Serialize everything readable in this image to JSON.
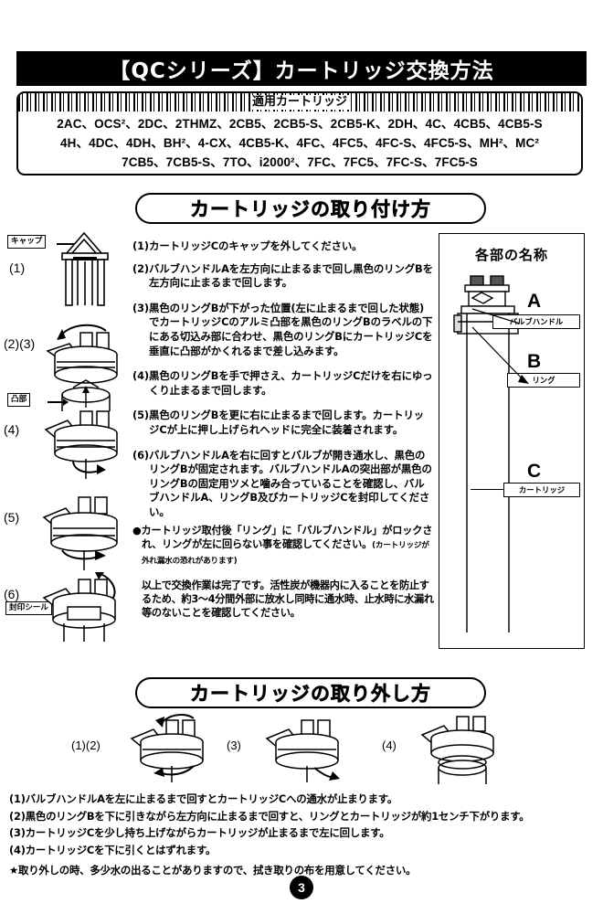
{
  "document": {
    "title": "【QCシリーズ】カートリッジ交換方法",
    "page_number": "3"
  },
  "cartridge_box": {
    "banner_label": "適用カートリッジ",
    "lines": [
      "2AC、OCS²、2DC、2THMZ、2CB5、2CB5-S、2CB5-K、2DH、4C、4CB5、4CB5-S",
      "4H、4DC、4DH、BH²、4-CX、4CB5-K、4FC、4FC5、4FC-S、4FC5-S、MH²、MC²",
      "7CB5、7CB5-S、7TO、i2000²、7FC、7FC5、7FC-S、7FC5-S"
    ]
  },
  "install_section": {
    "header": "カートリッジの取り付け方",
    "steps": [
      {
        "num": "(1)",
        "text": "カートリッジCのキャップを外してください。"
      },
      {
        "num": "(2)",
        "text": "バルブハンドルAを左方向に止まるまで回し黒色のリングBを左方向に止まるまで回します。"
      },
      {
        "num": "(3)",
        "text": "黒色のリングBが下がった位置(左に止まるまで回した状態)でカートリッジCのアルミ凸部を黒色のリングBのラベルの下にある切込み部に合わせ、黒色のリングBにカートリッジCを垂直に凸部がかくれるまで差し込みます。"
      },
      {
        "num": "(4)",
        "text": "黒色のリングBを手で押さえ、カートリッジCだけを右にゆっくり止まるまで回します。"
      },
      {
        "num": "(5)",
        "text": "黒色のリングBを更に右に止まるまで回します。カートリッジCが上に押し上げられヘッドに完全に装着されます。"
      },
      {
        "num": "(6)",
        "text": "バルブハンドルAを右に回すとバルブが開き通水し、黒色のリングBが固定されます。バルブハンドルAの突出部が黒色のリングBの固定用ツメと噛み合っていることを確認し、バルブハンドルA、リングB及びカートリッジCを封印してください。"
      }
    ],
    "bullet_note_main": "●カートリッジ取付後「リング」に「バルブハンドル」がロックされ、リングが左に回らない事を確認してください。",
    "bullet_note_paren": "(カートリッジが外れ漏水の恐れがあります)",
    "closing_note": "以上で交換作業は完了です。活性炭が機器内に入ることを防止するため、約3〜4分間外部に放水し同時に通水時、止水時に水漏れ等のないことを確認してください。",
    "figure_labels": [
      {
        "id": "1",
        "step": "(1)",
        "callout": "キャップ"
      },
      {
        "id": "2-3",
        "step": "(2)(3)",
        "callout": "凸部"
      },
      {
        "id": "4",
        "step": "(4)",
        "callout": ""
      },
      {
        "id": "5",
        "step": "(5)",
        "callout": ""
      },
      {
        "id": "6",
        "step": "(6)",
        "callout": "封印シール"
      }
    ]
  },
  "parts_panel": {
    "title": "各部の名称",
    "parts": [
      {
        "letter": "A",
        "name": "バルブハンドル"
      },
      {
        "letter": "B",
        "name": "リング"
      },
      {
        "letter": "C",
        "name": "カートリッジ"
      }
    ]
  },
  "remove_section": {
    "header": "カートリッジの取り外し方",
    "figure_labels": [
      "(1)(2)",
      "(3)",
      "(4)"
    ],
    "steps": [
      "(1)バルブハンドルAを左に止まるまで回すとカートリッジCへの通水が止まります。",
      "(2)黒色のリングBを下に引きながら左方向に止まるまで回すと、リングとカートリッジが約1センチ下がります。",
      "(3)カートリッジCを少し持ち上げながらカートリッジが止まるまで左に回します。",
      "(4)カートリッジCを下に引くとはずれます。"
    ],
    "star_note": "★取り外しの時、多少水の出ることがありますので、拭き取りの布を用意してください。"
  }
}
